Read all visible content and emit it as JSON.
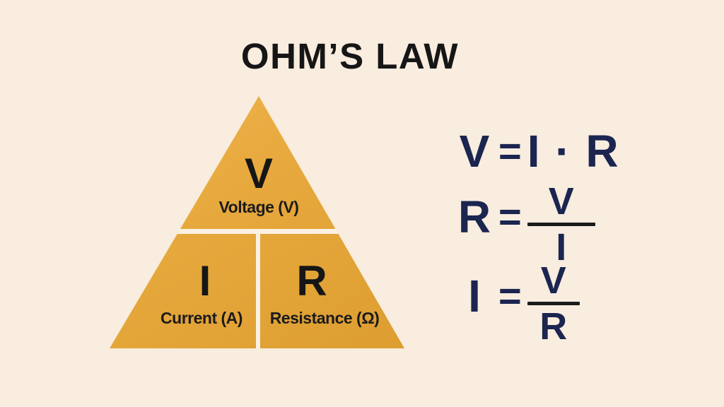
{
  "title": "OHM’S LAW",
  "colors": {
    "background": "#f8edde",
    "triangle_gold": "#e6a83c",
    "triangle_gold_light": "#f0b34c",
    "triangle_gold_dark": "#dd9d31",
    "divider": "#fbf2e4",
    "triangle_text": "#161616",
    "formula_navy": "#1b2550",
    "fraction_bar": "#1b1b1b"
  },
  "triangle": {
    "top": {
      "symbol": "V",
      "label": "Voltage (V)"
    },
    "bottom_left": {
      "symbol": "I",
      "label": "Current (A)"
    },
    "bottom_right": {
      "symbol": "R",
      "label": "Resistance (Ω)"
    }
  },
  "formulas": [
    {
      "lhs": "V",
      "eq": "=",
      "rhs": "I · R"
    },
    {
      "lhs": "R",
      "eq": "=",
      "num": "V",
      "den": "I"
    },
    {
      "lhs": "I",
      "eq": "=",
      "num": "V",
      "den": "R"
    }
  ]
}
